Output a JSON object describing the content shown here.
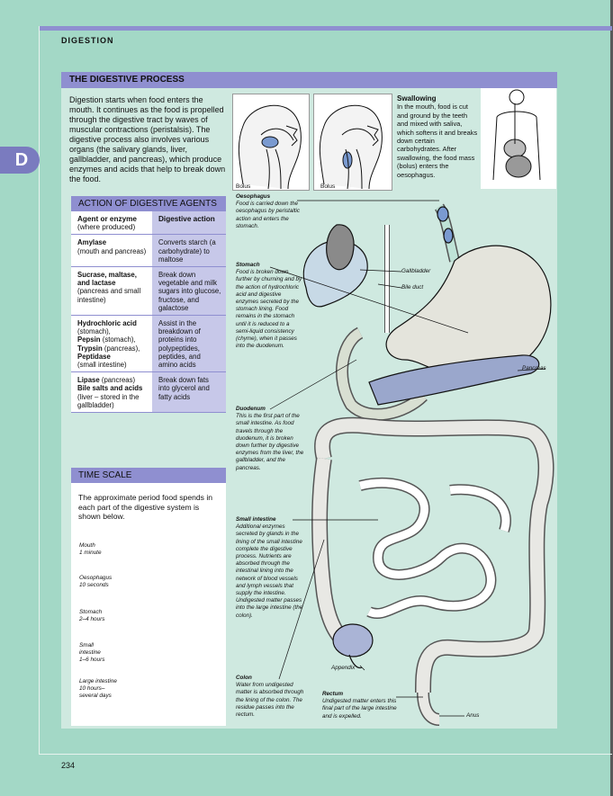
{
  "header": {
    "section": "DIGESTION",
    "tab_letter": "D",
    "page_number": "234"
  },
  "process": {
    "title": "THE DIGESTIVE PROCESS",
    "intro": "Digestion starts when food enters the mouth. It continues as the food is propelled through the digestive tract by waves of muscular contractions (peristalsis). The digestive process also involves various organs (the salivary glands, liver, gallbladder, and pancreas), which produce enzymes and acids that help to break down the food.",
    "bolus_label_1": "Bolus",
    "bolus_label_2": "Bolus",
    "swallowing_title": "Swallowing",
    "swallowing_text": "In the mouth, food is cut and ground by the teeth and mixed with saliva, which softens it and breaks down certain carbohydrates. After swallowing, the food mass (bolus) enters the oesophagus."
  },
  "agents": {
    "title": "ACTION OF DIGESTIVE AGENTS",
    "head_col1": "Agent or enzyme",
    "head_col1_sub": "(where produced)",
    "head_col2": "Digestive action",
    "rows": [
      {
        "agent": "Amylase",
        "where": "(mouth and pancreas)",
        "action": "Converts starch (a carbohydrate) to maltose"
      },
      {
        "agent": "Sucrase, maltase, and lactase",
        "where": "(pancreas and small intestine)",
        "action": "Break down vegetable and milk sugars into glucose, fructose, and galactose"
      },
      {
        "agent": "Hydrochloric acid",
        "where": "(stomach),",
        "agent2": "Pepsin",
        "where2": "(stomach),",
        "agent3": "Trypsin",
        "where3": "(pancreas),",
        "agent4": "Peptidase",
        "where4": "(small intestine)",
        "action": "Assist in the breakdown of proteins into polypeptides, peptides, and amino acids"
      },
      {
        "agent": "Lipase",
        "where": "(pancreas)",
        "agent2": "Bile salts and acids",
        "where2": "(liver – stored in the gallbladder)",
        "action": "Break down fats into glycerol and fatty acids"
      }
    ]
  },
  "timescale": {
    "title": "TIME SCALE",
    "text": "The approximate period food spends in each part of the digestive system is shown below.",
    "items": [
      {
        "part": "Mouth",
        "time": "1 minute"
      },
      {
        "part": "Oesophagus",
        "time": "10 seconds"
      },
      {
        "part": "Stomach",
        "time": "2–4 hours"
      },
      {
        "part": "Small intestine",
        "time": "1–6 hours"
      },
      {
        "part": "Large intestine",
        "time": "10 hours–several days"
      }
    ]
  },
  "labels": {
    "oesophagus_t": "Oesophagus",
    "oesophagus_d": "Food is carried down the oesophagus by peristaltic action and enters the stomach.",
    "stomach_t": "Stomach",
    "stomach_d": "Food is broken down further by churning and by the action of hydrochloric acid and digestive enzymes secreted by the stomach lining. Food remains in the stomach until it is reduced to a semi-liquid consistency (chyme), when it passes into the duodenum.",
    "duodenum_t": "Duodenum",
    "duodenum_d": "This is the first part of the small intestine. As food travels through the duodenum, it is broken down further by digestive enzymes from the liver, the gallbladder, and the pancreas.",
    "small_t": "Small intestine",
    "small_d": "Additional enzymes secreted by glands in the lining of the small intestine complete the digestive process. Nutrients are absorbed through the intestinal lining into the network of blood vessels and lymph vessels that supply the intestine. Undigested matter passes into the large intestine (the colon).",
    "colon_t": "Colon",
    "colon_d": "Water from undigested matter is absorbed through the lining of the colon. The residue passes into the rectum.",
    "rectum_t": "Rectum",
    "rectum_d": "Undigested matter enters this final part of the large intestine and is expelled.",
    "gallbladder": "Gallbladder",
    "bile_duct": "Bile duct",
    "pancreas": "Pancreas",
    "appendix": "Appendix",
    "anus": "Anus"
  }
}
